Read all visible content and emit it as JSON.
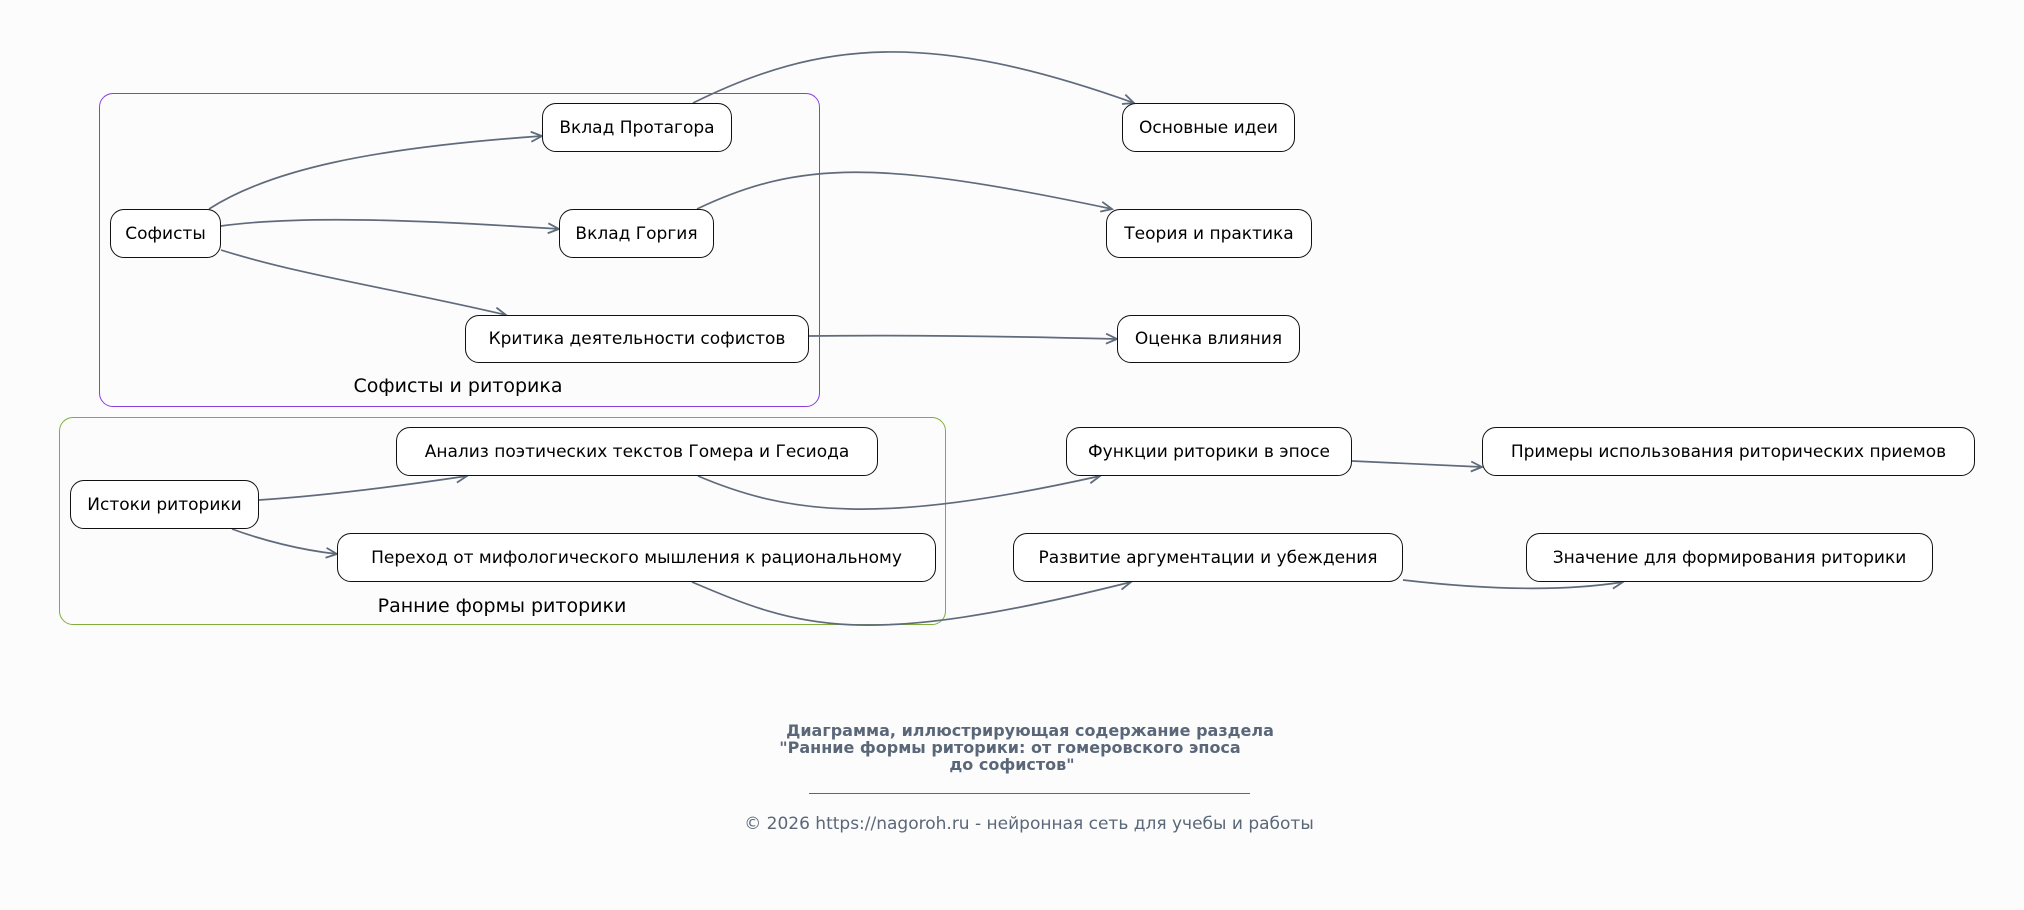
{
  "clusters": {
    "sophists": {
      "label": "Софисты и риторика",
      "color": "#8a3fdc"
    },
    "early": {
      "label": "Ранние формы риторики",
      "color": "#7fae3a"
    }
  },
  "nodes": {
    "sophists": "Софисты",
    "protagoras": "Вклад Протагора",
    "gorgias": "Вклад Горгия",
    "critique": "Критика деятельности софистов",
    "main_ideas": "Основные идеи",
    "theory_practice": "Теория и практика",
    "influence": "Оценка влияния",
    "origins": "Истоки риторики",
    "analysis": "Анализ поэтических текстов Гомера и Гесиода",
    "transition": "Переход от мифологического мышления к рациональному",
    "epic_functions": "Функции риторики в эпосе",
    "argumentation": "Развитие аргументации и убеждения",
    "examples": "Примеры использования риторических приемов",
    "significance": "Значение для формирования риторики"
  },
  "caption": {
    "line1": "Диаграмма, иллюстрирующая содержание раздела",
    "line2": "\"Ранние формы риторики: от гомеровского эпоса",
    "line3": "до софистов\""
  },
  "footer": "© 2026 https://nagoroh.ru - нейронная сеть для учебы и работы",
  "colors": {
    "edge": "#5f6b7a",
    "background": "#fcfcfd"
  }
}
